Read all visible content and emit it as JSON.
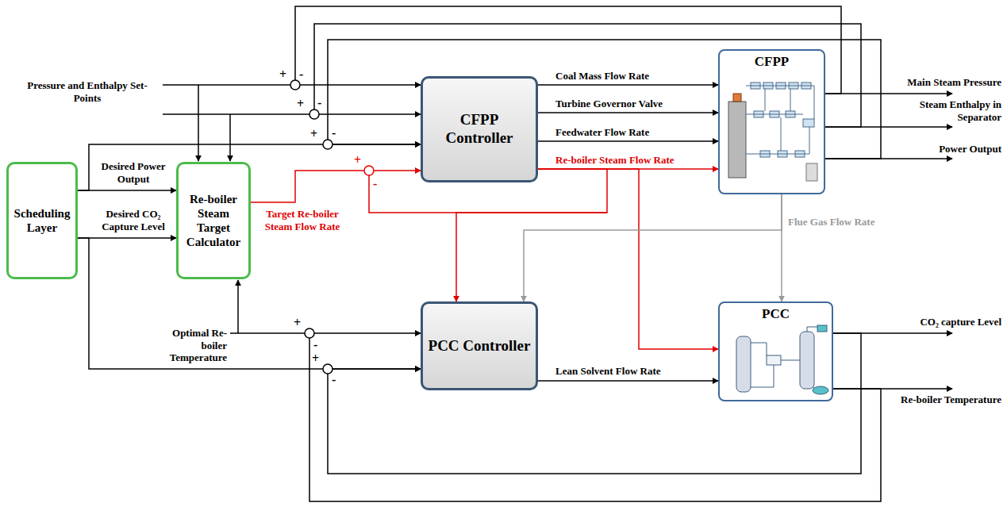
{
  "diagram": {
    "nodes": [
      {
        "text": [
          "Scheduling Layer"
        ]
      },
      {
        "text": [
          "Re-boiler Steam Target Calculator"
        ]
      },
      {
        "text": [
          "CFPP Controller"
        ]
      },
      {
        "text": [
          "CFPP"
        ]
      },
      {
        "text": [
          "PCC Controller"
        ]
      },
      {
        "text": [
          "PCC"
        ]
      }
    ],
    "edges": [
      {
        "from": 0,
        "to": 1,
        "arrow": "to",
        "label": "Desired Power Output"
      },
      {
        "from": 0,
        "to": 1,
        "arrow": "to",
        "label": "Desired CO₂ Capture Level"
      },
      {
        "from": 0,
        "to": 2,
        "arrow": "to"
      },
      {
        "from": 0,
        "to": 4,
        "arrow": "to"
      },
      {
        "from": 1,
        "to": 2,
        "arrow": "to",
        "label": "Target Re-boiler Steam Flow Rate"
      },
      {
        "from": 2,
        "to": 3,
        "arrow": "to",
        "label": "Coal Mass Flow Rate"
      },
      {
        "from": 2,
        "to": 3,
        "arrow": "to",
        "label": "Turbine Governor Valve"
      },
      {
        "from": 2,
        "to": 3,
        "arrow": "to",
        "label": "Feedwater Flow Rate"
      },
      {
        "from": 2,
        "to": 3,
        "arrow": "to",
        "label": "Re-boiler Steam Flow Rate"
      },
      {
        "from": 2,
        "to": 4,
        "arrow": "to"
      },
      {
        "from": 2,
        "to": 5,
        "arrow": "to"
      },
      {
        "from": 3,
        "to": 2,
        "arrow": "to"
      },
      {
        "from": 3,
        "to": 2,
        "arrow": "to"
      },
      {
        "from": 3,
        "to": 2,
        "arrow": "to"
      },
      {
        "from": 3,
        "to": 4,
        "arrow": "to"
      },
      {
        "from": 3,
        "to": 5,
        "arrow": "to"
      },
      {
        "from": 4,
        "to": 5,
        "arrow": "to",
        "label": "Lean Solvent Flow Rate"
      },
      {
        "from": 5,
        "to": 4,
        "arrow": "to"
      },
      {
        "from": 5,
        "to": 4,
        "arrow": "to"
      }
    ],
    "labels": [
      "Pressure and Enthalpy Set-Points",
      "Optimal Re-boiler Temperature",
      "Main Steam Pressure",
      "Steam Enthalpy in Separator",
      "Power Output",
      "Flue Gas Flow Rate",
      "CO₂ capture Level",
      "Re-boiler Temperature",
      "+",
      "-",
      "+",
      "-",
      "+",
      "-",
      "+",
      "-",
      "+",
      "-",
      "+",
      "-"
    ]
  }
}
